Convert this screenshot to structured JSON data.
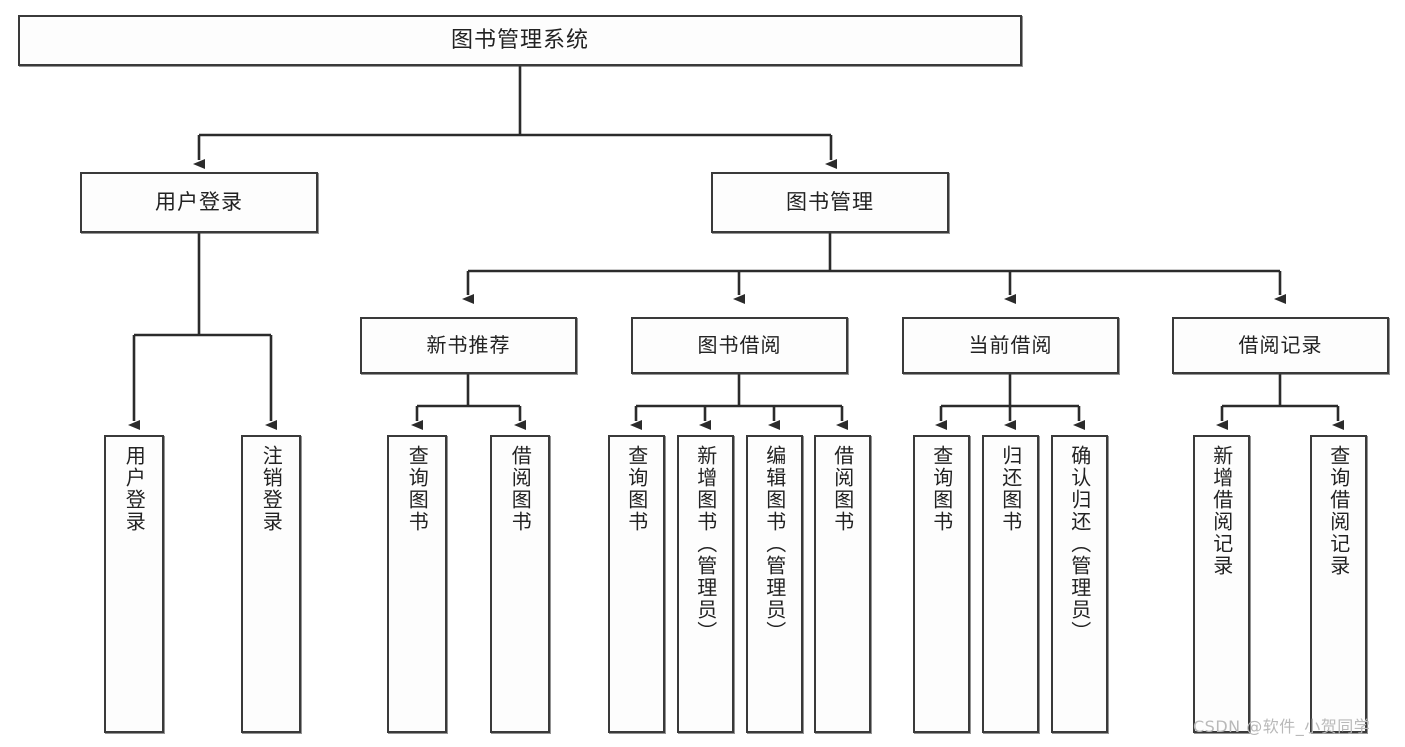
{
  "diagram": {
    "title": "图书管理系统",
    "type": "tree-hierarchy-chart",
    "watermark": "CSDN @软件_小贺同学",
    "colors": {
      "background": "#ffffff",
      "box_fill": "#fdfdfd",
      "box_border": "#3a3a3a",
      "text": "#222222",
      "connector": "#2b2b2b",
      "watermark": "#b9b9b9"
    },
    "root": {
      "label": "图书管理系统"
    },
    "level1": [
      {
        "label": "用户登录"
      },
      {
        "label": "图书管理"
      }
    ],
    "level2": [
      {
        "label": "新书推荐"
      },
      {
        "label": "图书借阅"
      },
      {
        "label": "当前借阅"
      },
      {
        "label": "借阅记录"
      }
    ],
    "leaves": {
      "user_login": [
        {
          "label": "用户登录"
        },
        {
          "label": "注销登录"
        }
      ],
      "new_book_recommend": [
        {
          "label": "查询图书"
        },
        {
          "label": "借阅图书"
        }
      ],
      "book_borrow": [
        {
          "label": "查询图书"
        },
        {
          "label": "新增图书（管理员）"
        },
        {
          "label": "编辑图书（管理员）"
        },
        {
          "label": "借阅图书"
        }
      ],
      "current_borrow": [
        {
          "label": "查询图书"
        },
        {
          "label": "归还图书"
        },
        {
          "label": "确认归还（管理员）"
        }
      ],
      "borrow_record": [
        {
          "label": "新增借阅记录"
        },
        {
          "label": "查询借阅记录"
        }
      ]
    }
  }
}
